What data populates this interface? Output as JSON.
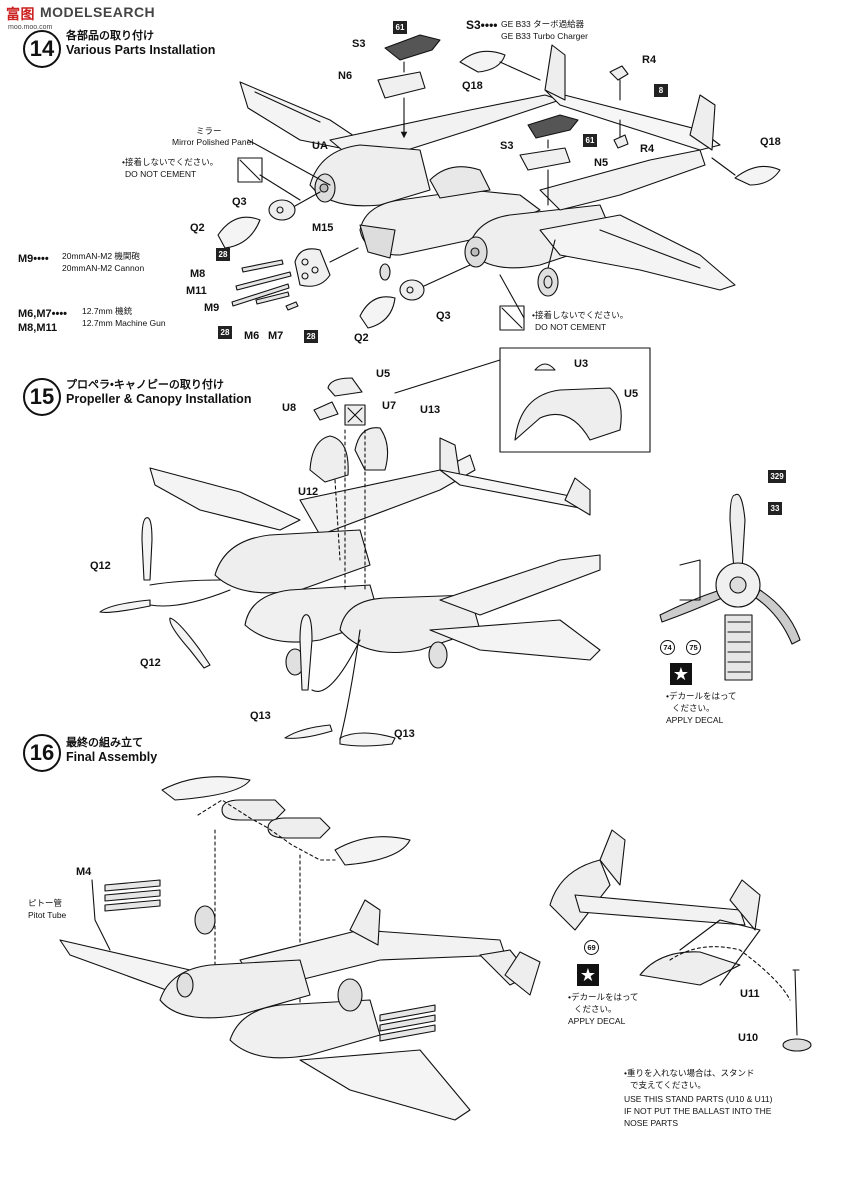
{
  "watermark": {
    "logo": "富图",
    "brand": "MODELSEARCH",
    "url": "moo.moo.com"
  },
  "step14": {
    "number": "14",
    "title_jp": "各部品の取り付け",
    "title_en": "Various Parts Installation",
    "mirror_jp": "ミラー",
    "mirror_en": "Mirror Polished Panel",
    "do_not_cement_jp": "•接着しないでください。",
    "do_not_cement_en": "DO NOT CEMENT",
    "s3_note_code": "S3••••",
    "s3_note_jp": "GE B33 ターボ過給器",
    "s3_note_en": "GE B33 Turbo Charger",
    "m9_code": "M9••••",
    "m9_jp": "20mmAN-M2 機関砲",
    "m9_en": "20mmAN-M2 Cannon",
    "m6_code": "M6,M7••••",
    "m8_code": "M8,M11",
    "m6_jp": "12.7mm 機銃",
    "m6_en": "12.7mm Machine Gun",
    "labels": {
      "s3_top": "S3",
      "n6": "N6",
      "q18_left": "Q18",
      "r4_top": "R4",
      "r4_bottom": "R4",
      "q18_right": "Q18",
      "s3_mid": "S3",
      "n5": "N5",
      "ua": "UA",
      "q3_top": "Q3",
      "q2_top": "Q2",
      "m15": "M15",
      "m8": "M8",
      "m11": "M11",
      "m9": "M9",
      "m6": "M6",
      "m7": "M7",
      "q3_bottom": "Q3",
      "q2_bottom": "Q2"
    },
    "boxes": {
      "b61_top": "61",
      "b61_mid": "61",
      "b8": "8",
      "b28_a": "28",
      "b28_b": "28",
      "b28_c": "28"
    }
  },
  "step15": {
    "number": "15",
    "title_jp": "プロペラ•キャノピーの取り付け",
    "title_en": "Propeller & Canopy Installation",
    "labels": {
      "u5_top": "U5",
      "u8": "U8",
      "u7": "U7",
      "u13": "U13",
      "u12": "U12",
      "u3": "U3",
      "u5_inset": "U5",
      "q12_top": "Q12",
      "q12_bottom": "Q12",
      "q13_left": "Q13",
      "q13_right": "Q13"
    },
    "decal_boxes": {
      "d329": "329",
      "d33": "33"
    },
    "decal_circles": {
      "c74": "74",
      "c75": "75"
    },
    "apply_decal_jp_1": "•デカールをはって",
    "apply_decal_jp_2": "ください。",
    "apply_decal_en": "APPLY DECAL"
  },
  "step16": {
    "number": "16",
    "title_jp": "最終の組み立て",
    "title_en": "Final Assembly",
    "m4": "M4",
    "pitot_jp": "ピトー管",
    "pitot_en": "Pitot Tube",
    "c69": "69",
    "apply_decal_jp_1": "•デカールをはって",
    "apply_decal_jp_2": "ください。",
    "apply_decal_en": "APPLY DECAL",
    "u11": "U11",
    "u10": "U10",
    "ballast_jp_1": "•重りを入れない場合は、スタンド",
    "ballast_jp_2": "で支えてください。",
    "ballast_en_1": "USE THIS STAND PARTS (U10 & U11)",
    "ballast_en_2": "IF NOT PUT THE BALLAST INTO THE",
    "ballast_en_3": "NOSE PARTS"
  },
  "colors": {
    "ink": "#111111",
    "watermark": "#cc2222",
    "paper": "#ffffff"
  }
}
